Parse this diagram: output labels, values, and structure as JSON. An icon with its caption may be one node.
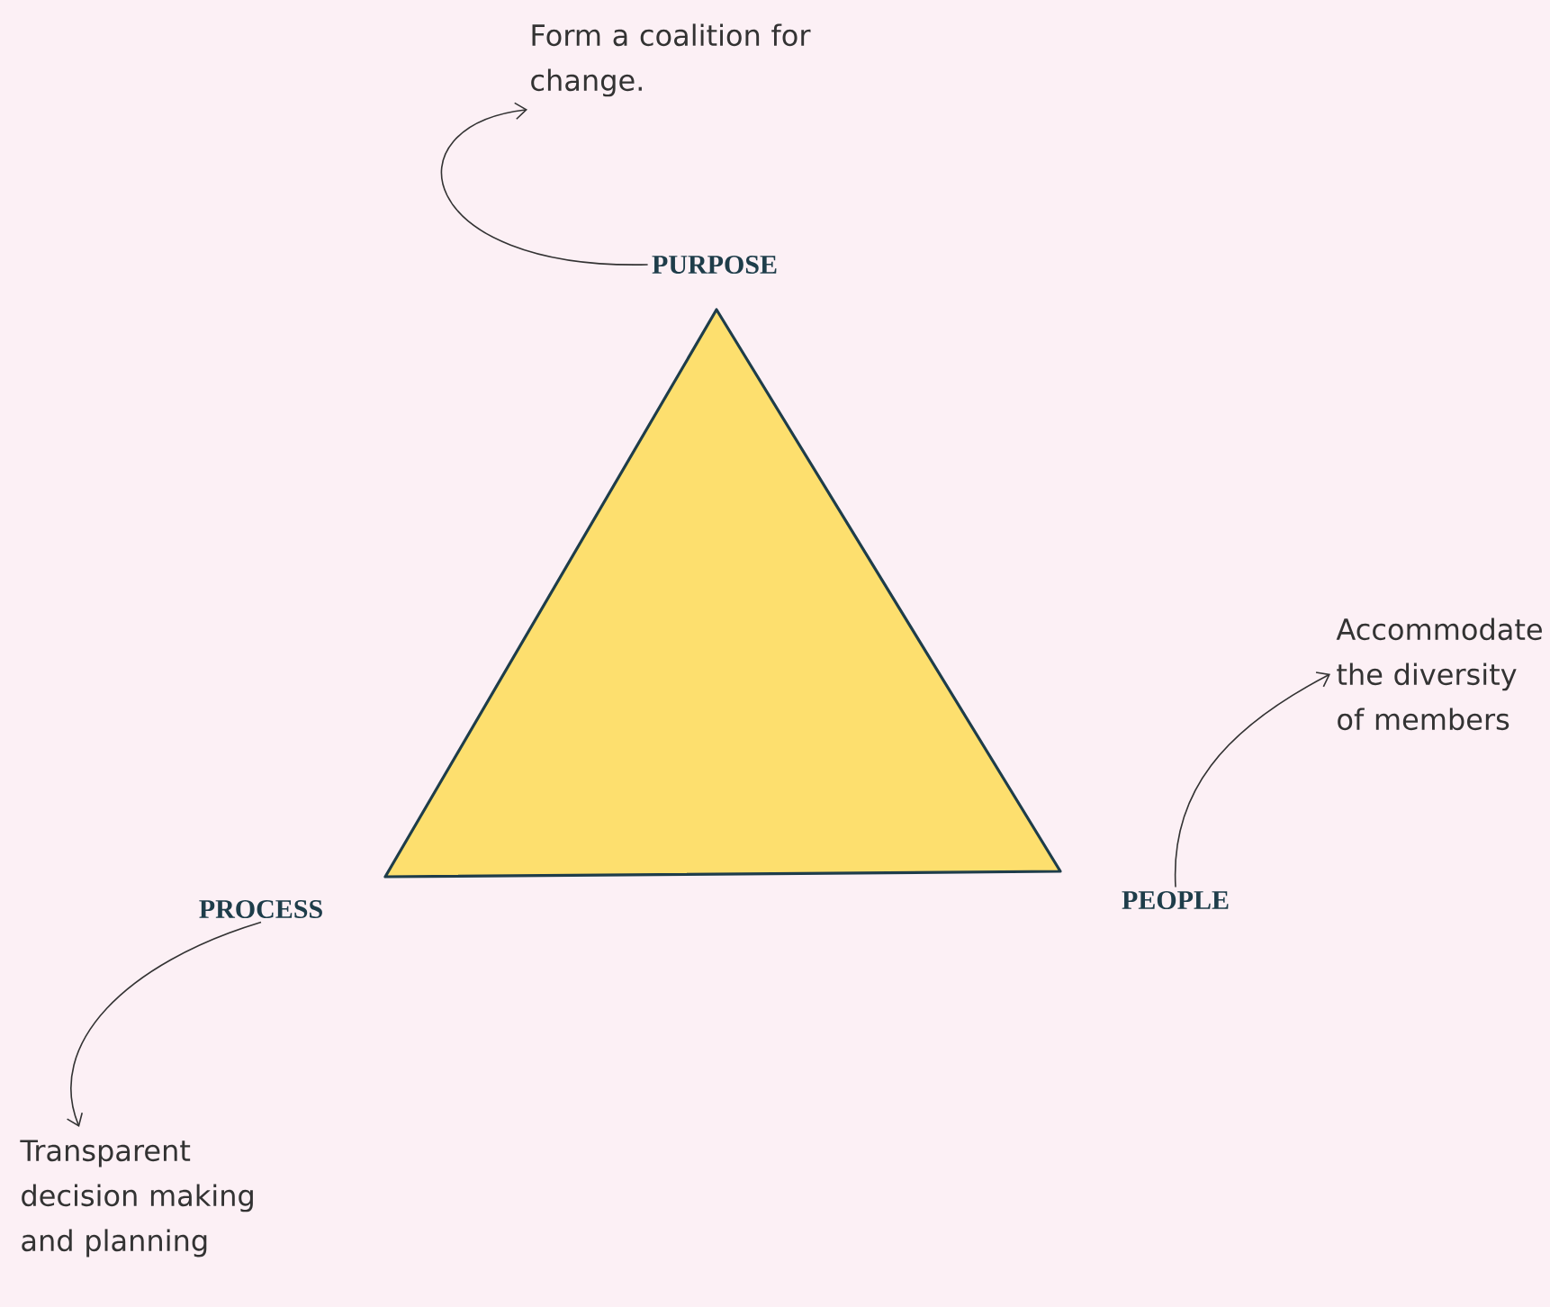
{
  "diagram": {
    "nodes": [
      {
        "text": [
          "Form a coalition for change."
        ]
      },
      {
        "text": [
          "PURPOSE"
        ]
      },
      {
        "text": [],
        "shape": "triangle"
      },
      {
        "text": [
          "Accommodate the diversity of members"
        ]
      },
      {
        "text": [
          "PEOPLE"
        ]
      },
      {
        "text": [
          "PROCESS"
        ]
      },
      {
        "text": [
          "Transparent decision making and planning"
        ]
      }
    ],
    "edges": [
      {
        "from": 1,
        "to": 0,
        "arrow": "to"
      },
      {
        "from": 4,
        "to": 3,
        "arrow": "to"
      },
      {
        "from": 5,
        "to": 6,
        "arrow": "to"
      }
    ]
  }
}
